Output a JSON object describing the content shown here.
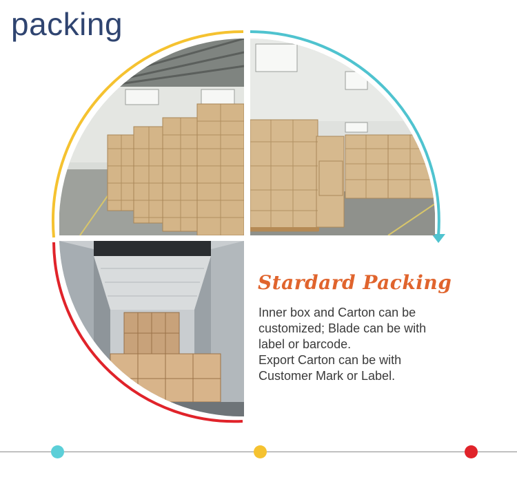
{
  "page": {
    "title": "packing"
  },
  "packing_info": {
    "heading": "Stardard Packing",
    "description_lines": [
      "Inner box and Carton can be",
      "customized; Blade can be with",
      "label or barcode.",
      "Export Carton can be with",
      "Customer Mark or Label."
    ]
  },
  "photos": [
    {
      "name": "warehouse-stacked-cartons"
    },
    {
      "name": "warehouse-pallets"
    },
    {
      "name": "container-loading"
    }
  ],
  "colors": {
    "title": "#2f4470",
    "heading": "#e0642d",
    "arc_yellow": "#f5c230",
    "arc_teal": "#4fc3cf",
    "arc_red": "#e0232a",
    "dot_teal": "#5ccfd8",
    "dot_yellow": "#f5c230",
    "dot_red": "#e0232a"
  }
}
